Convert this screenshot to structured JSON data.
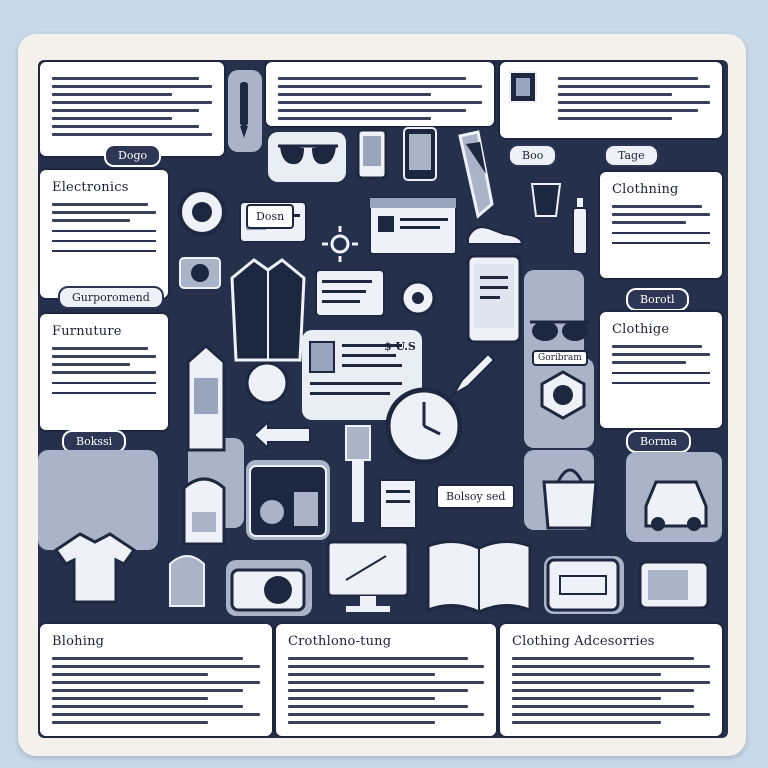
{
  "cards": {
    "electronics": {
      "title": "Electronics",
      "button": "Gurporomend"
    },
    "furniture": {
      "title": "Furnuture",
      "button": "Bokssi"
    },
    "clothing_right_top": {
      "title": "Clothning",
      "button": "Borotl"
    },
    "clothing_right_mid": {
      "title": "Clothige",
      "button": "Borma"
    },
    "bottom_left": {
      "title": "Blohing"
    },
    "bottom_mid": {
      "title": "Crothlono-tung"
    },
    "bottom_right": {
      "title": "Clothing Adcesorries"
    }
  },
  "tags": {
    "dogo": "Dogo",
    "boo": "Boo",
    "tage": "Tage",
    "dosan": "Dosn",
    "sus": "$ U.S",
    "center_label": "Bolsoy sed",
    "watch_label": "Goribram"
  },
  "colors": {
    "board": "#24304c",
    "accent": "#aab3c8",
    "frame": "#f4f1ec"
  }
}
